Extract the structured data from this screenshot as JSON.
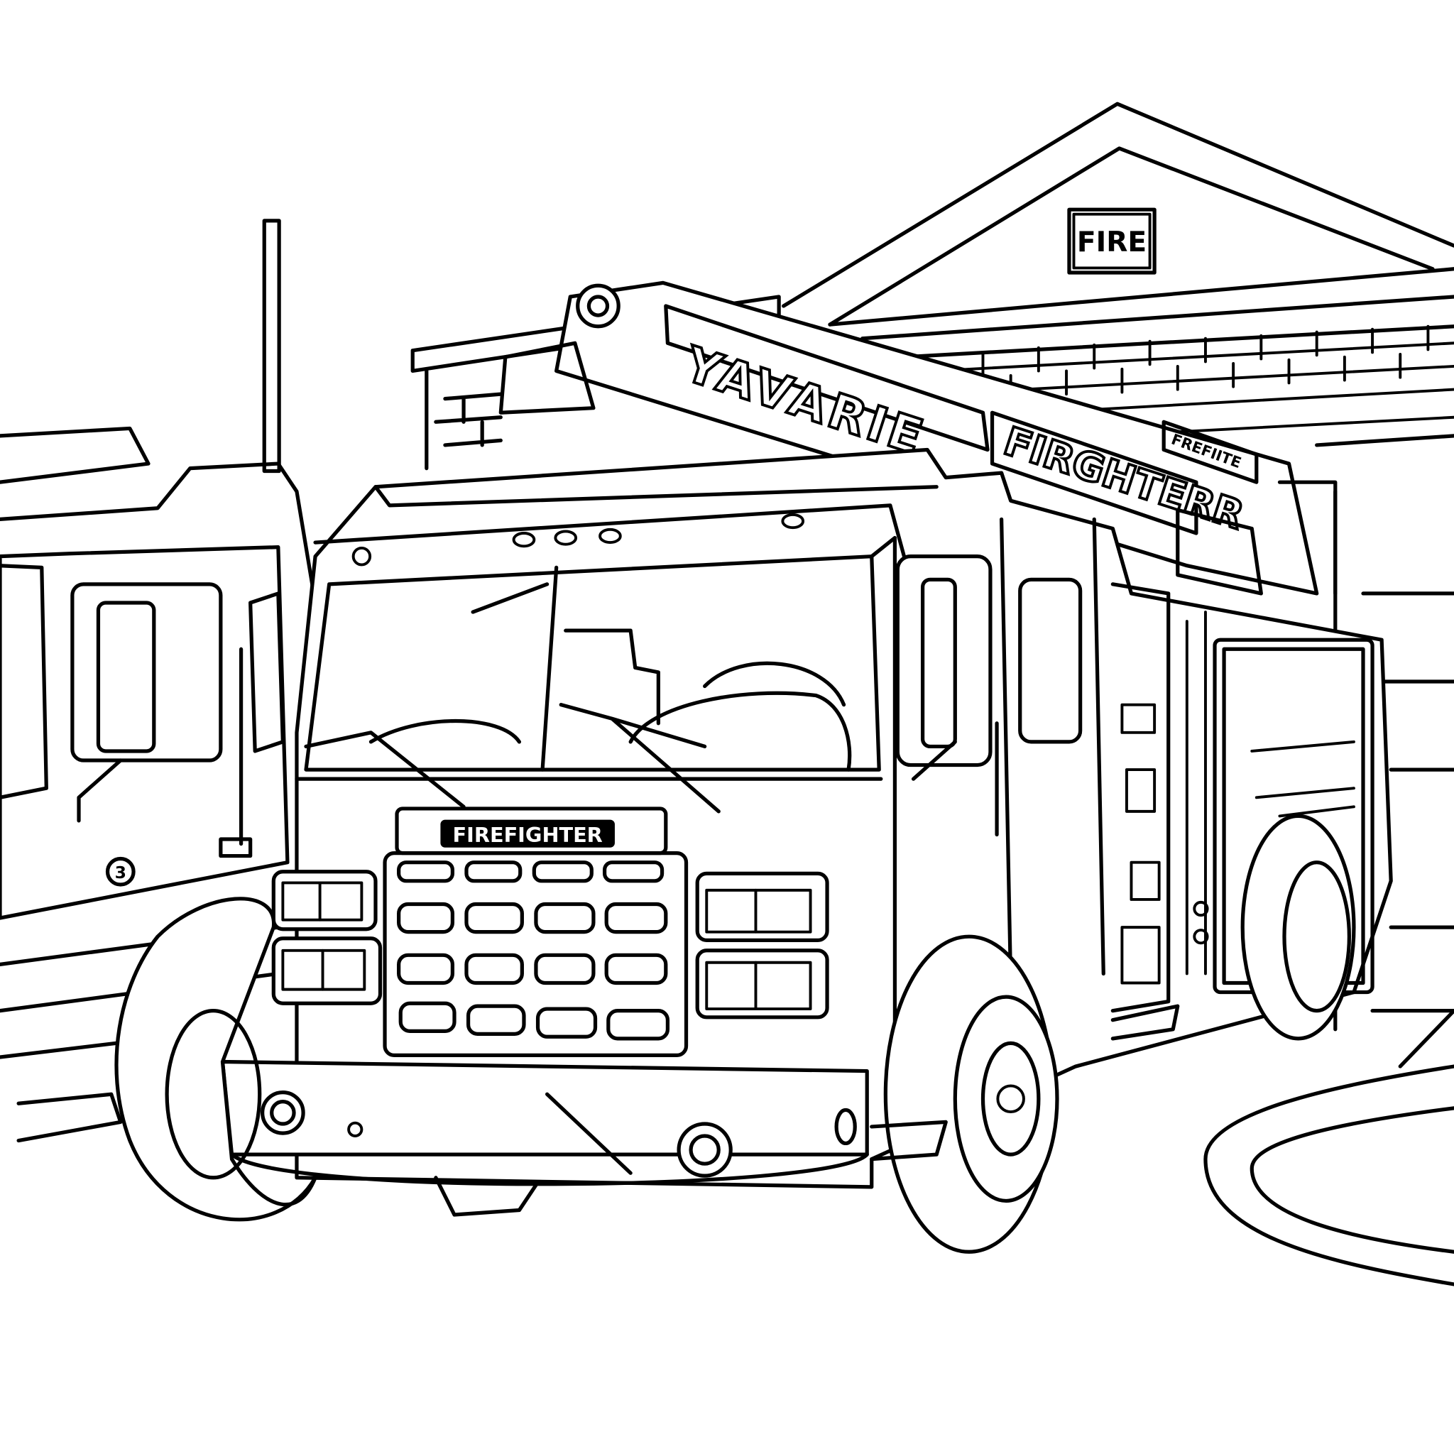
{
  "scene": {
    "station_sign": "FIRE",
    "ladder_text_left": "YAVARIE",
    "ladder_text_right": "FIRGHTERR",
    "ladder_text_small": "FREFIITE",
    "grille_plate": "FIREFIGHTER",
    "door_emblem": "3"
  },
  "colors": {
    "line": "#000000",
    "background": "#ffffff"
  }
}
